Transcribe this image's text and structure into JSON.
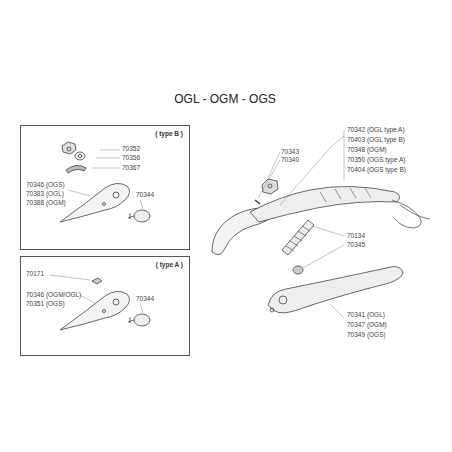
{
  "diagram": {
    "title": "OGL - OGM - OGS",
    "nodes": [
      {
        "text": [
          "( type B )"
        ]
      },
      {
        "text": [
          "( type A )"
        ]
      }
    ],
    "labels": [
      "70352",
      "70356",
      "70367",
      "70346 (OGS)",
      "70383 (OGL)",
      "70388 (OGM)",
      "70344",
      "70171",
      "70346 (OGM/OGL)",
      "70351 (OGS)",
      "70344",
      "70343",
      "70340",
      "70342 (OGL type A)",
      "70403 (OGL type B)",
      "70348 (OGM)",
      "70350 (OGS type A)",
      "70404 (OGS type B)",
      "70134",
      "70345",
      "70341 (OGL)",
      "70347 (OGM)",
      "70349 (OGS)"
    ]
  }
}
